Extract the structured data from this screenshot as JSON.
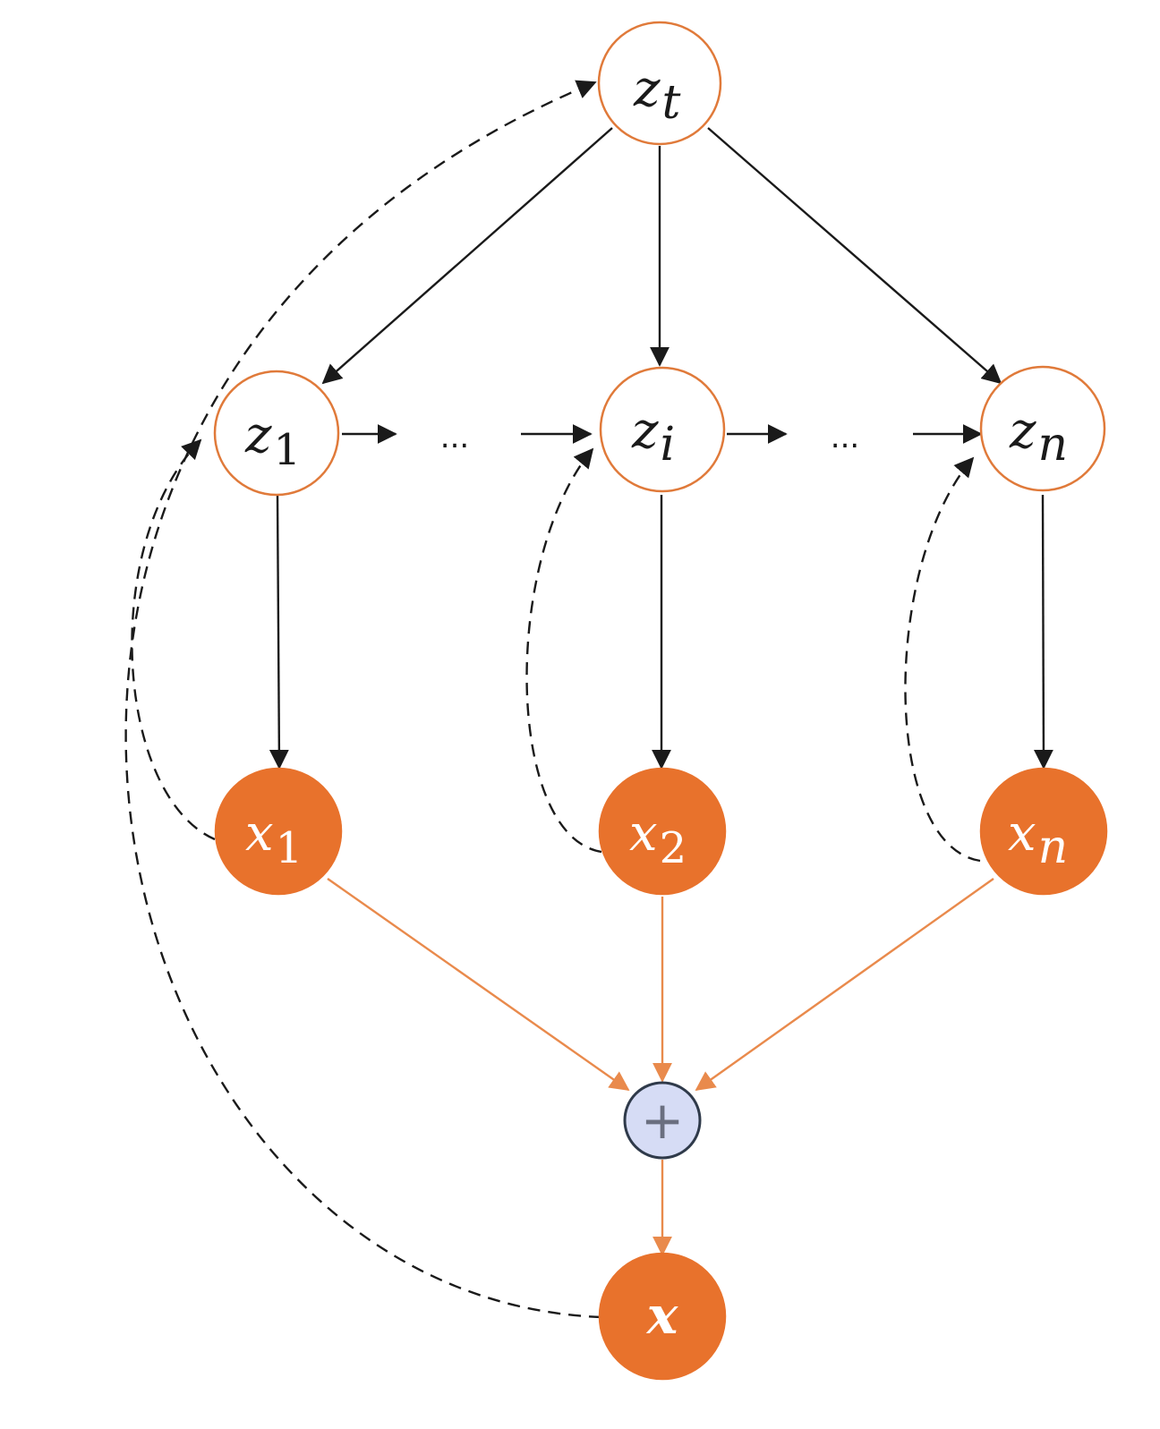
{
  "nodes": {
    "zt": {
      "base": "z",
      "sub": "t"
    },
    "z1": {
      "base": "z",
      "sub": "1"
    },
    "zi": {
      "base": "z",
      "sub": "i"
    },
    "zn": {
      "base": "z",
      "sub": "n"
    },
    "x1": {
      "base": "x",
      "sub": "1"
    },
    "x2": {
      "base": "x",
      "sub": "2"
    },
    "xn": {
      "base": "x",
      "sub": "n"
    },
    "x": {
      "base": "x",
      "sub": ""
    }
  },
  "ellipsis": [
    "...",
    "..."
  ],
  "sum_symbol": "+",
  "colors": {
    "latent_stroke": "#e07a3a",
    "observed_fill": "#e8722c",
    "orange_edge": "#e98a4c",
    "sum_fill": "#d6dcf5",
    "sum_stroke": "#2f3a4a",
    "black_edge": "#1a1a1a"
  }
}
